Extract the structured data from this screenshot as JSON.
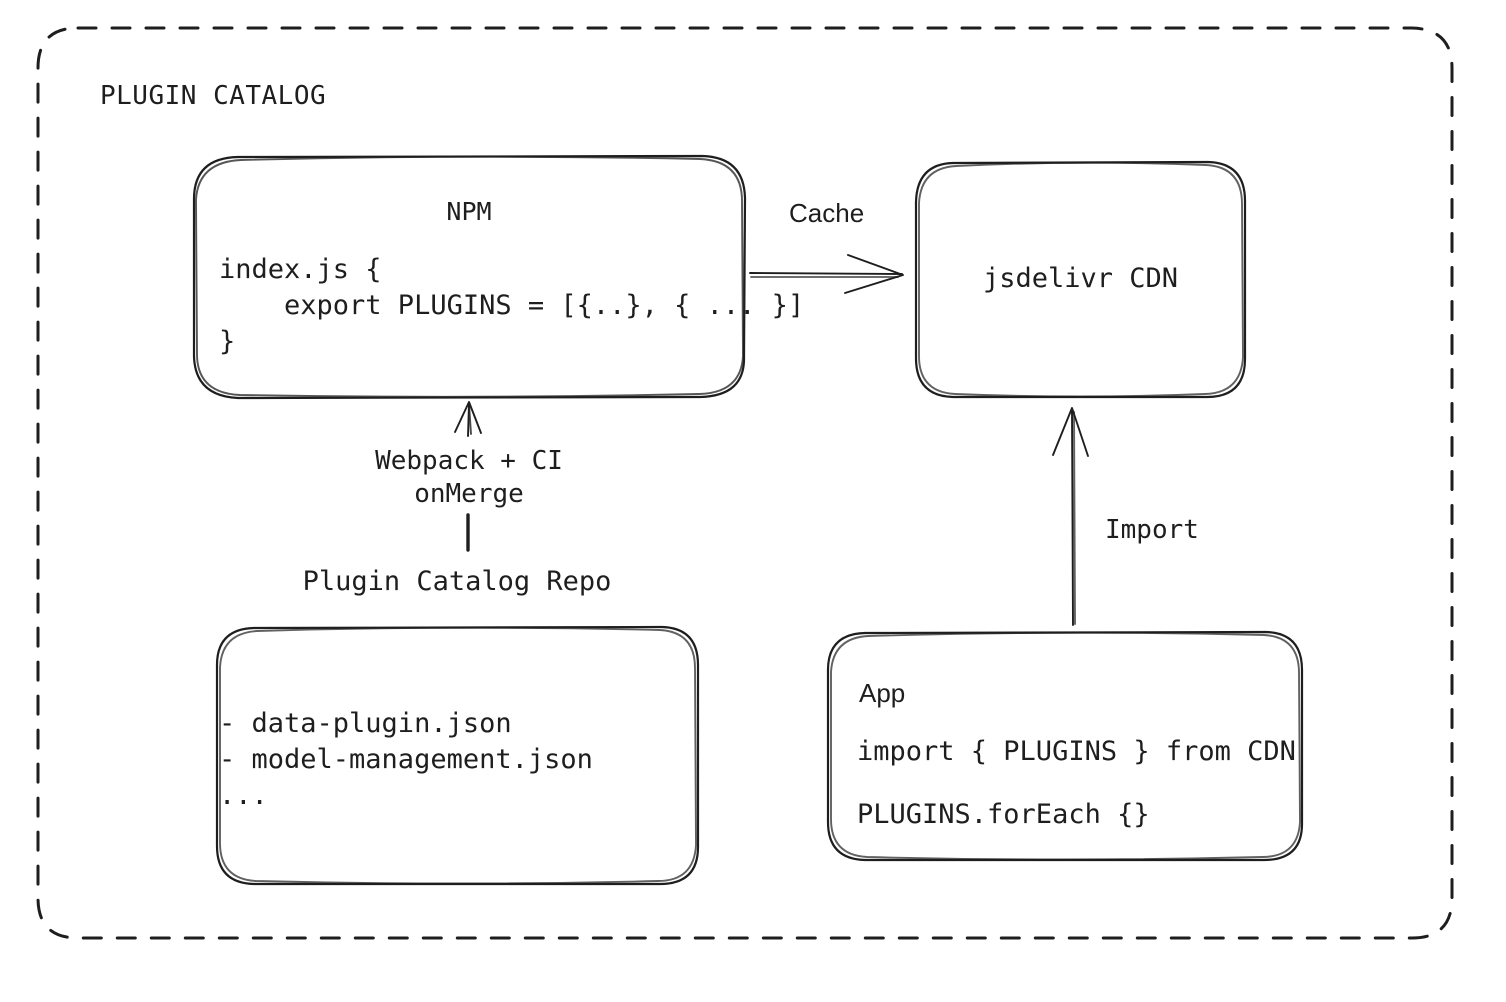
{
  "diagram": {
    "title": "PLUGIN CATALOG",
    "style": "hand-drawn architecture diagram",
    "stroke_color": "#1e1e1e",
    "background_color": "#ffffff"
  },
  "nodes": {
    "npm": {
      "title": "NPM",
      "code": "index.js {\n    export PLUGINS = [{..}, { ... }]\n}"
    },
    "cdn": {
      "title": "jsdelivr CDN"
    },
    "repo": {
      "caption": "Plugin Catalog Repo",
      "files": "- data-plugin.json\n- model-management.json\n..."
    },
    "app": {
      "title": "App",
      "code_line_1": "import { PLUGINS } from CDN",
      "code_line_2": "PLUGINS.forEach {}"
    }
  },
  "edges": {
    "npm_to_cdn": {
      "label": "Cache",
      "from": "npm",
      "to": "cdn",
      "direction": "right"
    },
    "repo_to_npm": {
      "label": "Webpack + CI\nonMerge",
      "from": "repo",
      "to": "npm",
      "direction": "up"
    },
    "app_to_cdn": {
      "label": "Import",
      "from": "app",
      "to": "cdn",
      "direction": "up"
    }
  },
  "icons": {
    "arrow_right": "arrow-right-icon",
    "arrow_up": "arrow-up-icon"
  }
}
